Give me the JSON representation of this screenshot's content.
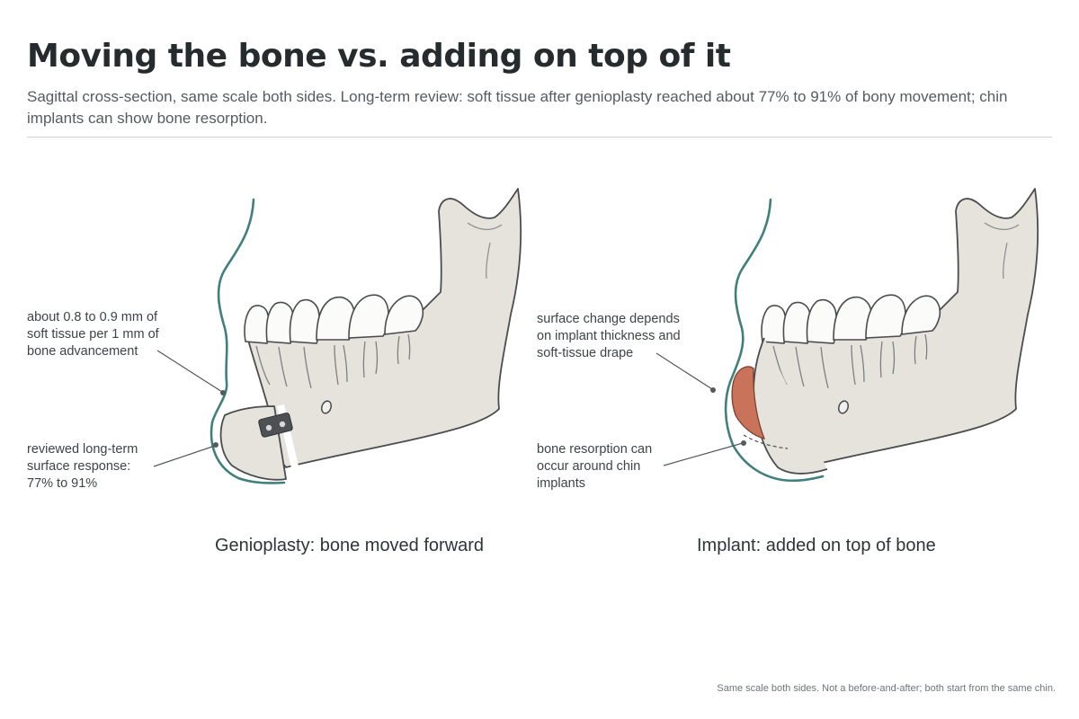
{
  "header": {
    "title": "Moving the bone vs. adding on top of it",
    "subtitle": "Sagittal cross-section, same scale both sides. Long-term review: soft tissue after genioplasty reached about 77% to 91% of bony movement; chin implants can show bone resorption."
  },
  "left_panel": {
    "annotation_top": "about 0.8 to 0.9 mm of\nsoft tissue per 1 mm of\nbone advancement",
    "annotation_bottom": "reviewed long-term\nsurface response:\n77% to 91%",
    "caption": "Genioplasty: bone moved forward"
  },
  "right_panel": {
    "annotation_top": "surface change depends\non implant thickness and\nsoft-tissue drape",
    "annotation_bottom": "bone resorption can\noccur around chin\nimplants",
    "caption": "Implant:  added on top of bone"
  },
  "footer": {
    "note": "Same scale both sides. Not a before-and-after; both start from the same chin."
  },
  "colors": {
    "bone_fill": "#e6e3dd",
    "outline": "#4a4d50",
    "soft_tissue": "#3f7f7d",
    "implant": "#c8735a",
    "leader": "#55595c"
  }
}
